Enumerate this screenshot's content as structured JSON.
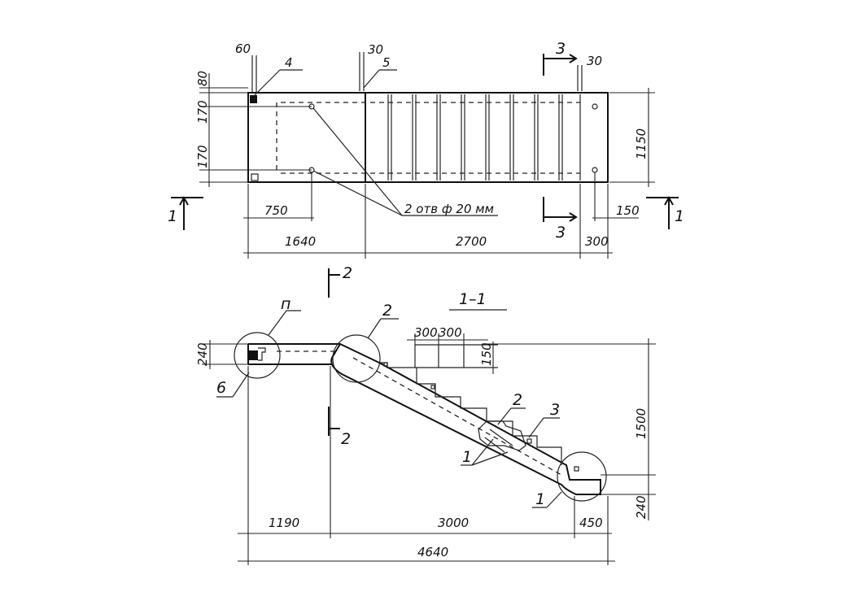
{
  "plan": {
    "dims": {
      "d60": "60",
      "d80": "80",
      "d30_left": "30",
      "d30_right": "30",
      "d170_top": "170",
      "d170_bottom": "170",
      "d1150": "1150",
      "d750": "750",
      "d150": "150",
      "d1640": "1640",
      "d2700": "2700",
      "d300": "300"
    },
    "callouts": {
      "c4": "4",
      "c5": "5",
      "holes": "2 отв ф 20 мм"
    },
    "sections": {
      "s3_top": "3",
      "s3_bottom": "3",
      "s1_left": "1",
      "s1_right": "1"
    }
  },
  "section": {
    "title": "1–1",
    "dims": {
      "d240_left": "240",
      "d300a": "300",
      "d300b": "300",
      "d150": "150",
      "d1500": "1500",
      "d240_right": "240",
      "d1190": "1190",
      "d3000": "3000",
      "d450": "450",
      "d4640": "4640"
    },
    "callouts": {
      "n": "п",
      "c6": "6",
      "c2_top": "2",
      "c2_mid": "2",
      "c3": "3",
      "c1_mid": "1",
      "c1_bottom": "1"
    },
    "sections": {
      "s2_top": "2",
      "s2_bottom": "2"
    }
  }
}
